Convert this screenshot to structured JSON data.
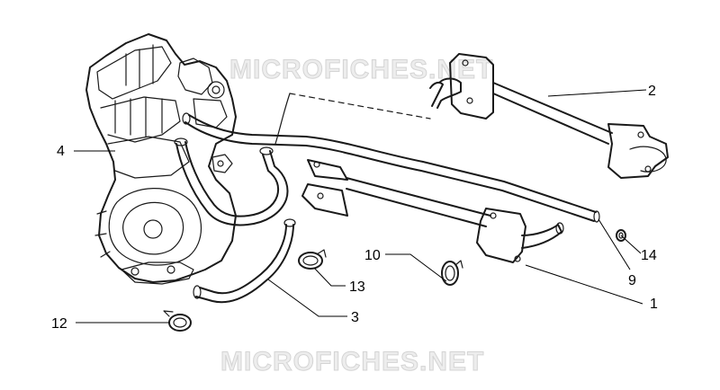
{
  "watermark": "MICROFICHES.NET",
  "callouts": [
    {
      "id": "label-2",
      "text": "2"
    },
    {
      "id": "label-4",
      "text": "4"
    },
    {
      "id": "label-14",
      "text": "14"
    },
    {
      "id": "label-10",
      "text": "10"
    },
    {
      "id": "label-9",
      "text": "9"
    },
    {
      "id": "label-13",
      "text": "13"
    },
    {
      "id": "label-1",
      "text": "1"
    },
    {
      "id": "label-3",
      "text": "3"
    },
    {
      "id": "label-12",
      "text": "12"
    }
  ],
  "colors": {
    "line": "#1a1a1a",
    "watermark": "#d4d4d4"
  }
}
